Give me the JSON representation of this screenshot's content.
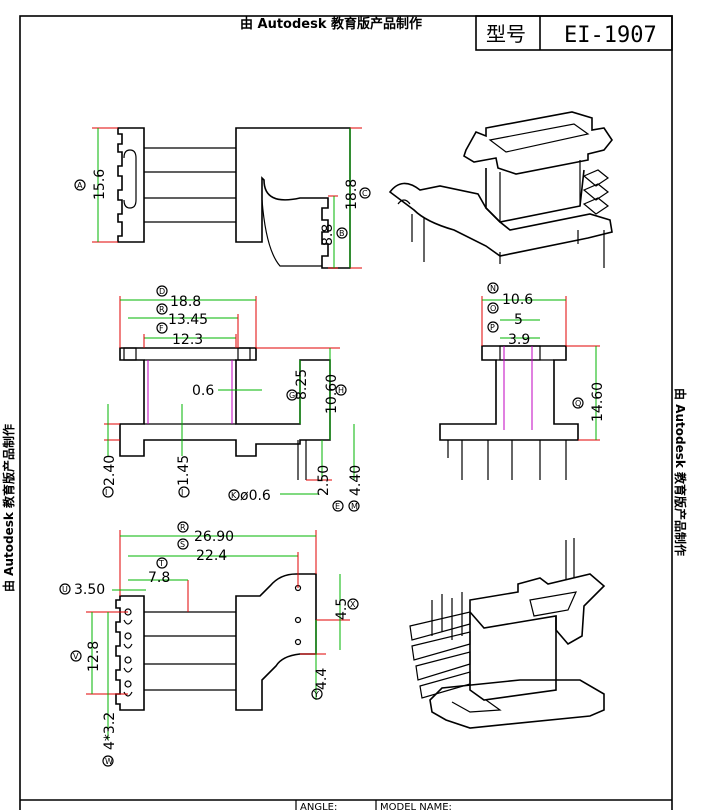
{
  "watermark": "由 Autodesk 教育版产品制作",
  "title_block": {
    "model_label": "型号",
    "model_value": "EI-1907"
  },
  "footer": {
    "angle_label": "ANGLE:",
    "model_name_label": "MODEL NAME:"
  },
  "dims": {
    "A": {
      "letter": "A",
      "value": "15.6"
    },
    "B": {
      "letter": "B",
      "value": "8.8"
    },
    "C": {
      "letter": "C",
      "value": "18.8"
    },
    "D": {
      "letter": "D",
      "value": "18.8"
    },
    "E": {
      "letter": "E",
      "value": "2.50"
    },
    "F": {
      "letter": "F",
      "value": "12.3"
    },
    "G": {
      "letter": "G",
      "value": "8.25"
    },
    "H": {
      "letter": "H",
      "value": "10.60"
    },
    "I": {
      "letter": "I",
      "value": "2.40"
    },
    "J": {
      "letter": "J",
      "value": "1.45"
    },
    "K": {
      "letter": "K",
      "value": "ø0.6"
    },
    "M": {
      "letter": "M",
      "value": "4.40"
    },
    "N": {
      "letter": "N",
      "value": "10.6"
    },
    "O": {
      "letter": "O",
      "value": "5"
    },
    "P": {
      "letter": "P",
      "value": "3.9"
    },
    "Q": {
      "letter": "Q",
      "value": "14.60"
    },
    "R": {
      "letter": "R",
      "value": "13.45"
    },
    "S": {
      "letter": "S",
      "value": "22.4"
    },
    "T": {
      "letter": "T",
      "value": "7.8"
    },
    "U": {
      "letter": "U",
      "value": "3.50"
    },
    "V": {
      "letter": "V",
      "value": "12.8"
    },
    "W": {
      "letter": "W",
      "value": "4*3.2"
    },
    "X": {
      "letter": "X",
      "value": "4.5"
    },
    "Y": {
      "letter": "Y",
      "value": "4.4"
    },
    "Z": {
      "letter": "R",
      "value": "26.90"
    },
    "gap": {
      "value": "0.6"
    }
  }
}
